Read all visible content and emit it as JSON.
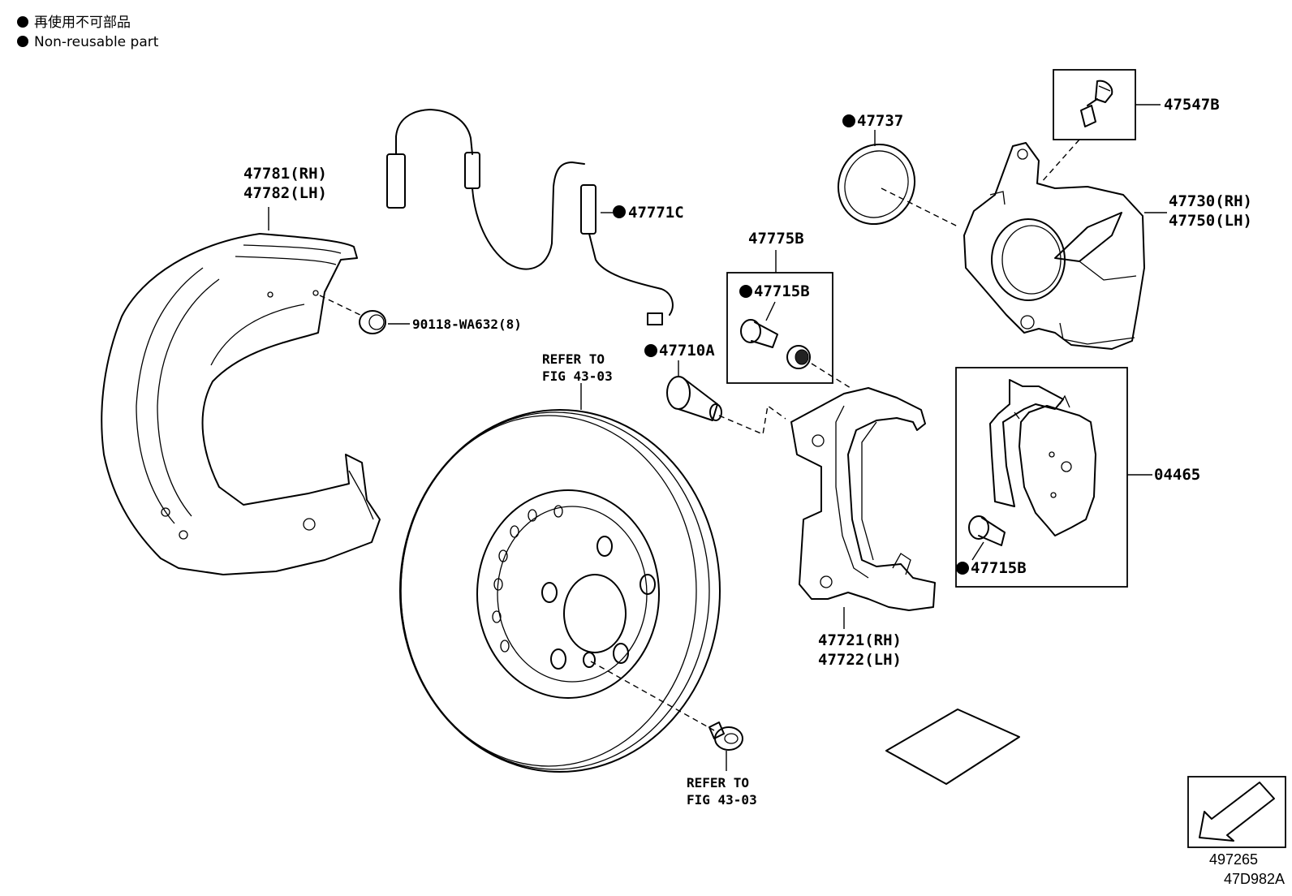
{
  "legend": {
    "marker": "●",
    "line1": "再使用不可部品",
    "line2": "Non-reusable part"
  },
  "labels": {
    "shield_rh": "47781(RH)",
    "shield_lh": "47782(LH)",
    "bolt_shield": "90118-WA632(8)",
    "sensor": "47771C",
    "pin_a": "47710A",
    "refer_disc_1": "REFER TO",
    "refer_disc_2": "FIG 43-03",
    "refer_screw_1": "REFER TO",
    "refer_screw_2": "FIG 43-03",
    "kit": "47775B",
    "bolt_kit": "47715B",
    "seal": "47737",
    "bleeder": "47547B",
    "caliper_rh": "47730(RH)",
    "caliper_lh": "47750(LH)",
    "mount_rh": "47721(RH)",
    "mount_lh": "47722(LH)",
    "pads": "04465",
    "bolt_pads": "47715B",
    "symbol_code": "497265",
    "figure_code": "47D982A"
  },
  "non_reusable_marked": [
    "47771C",
    "47710A",
    "47715B",
    "47737"
  ]
}
